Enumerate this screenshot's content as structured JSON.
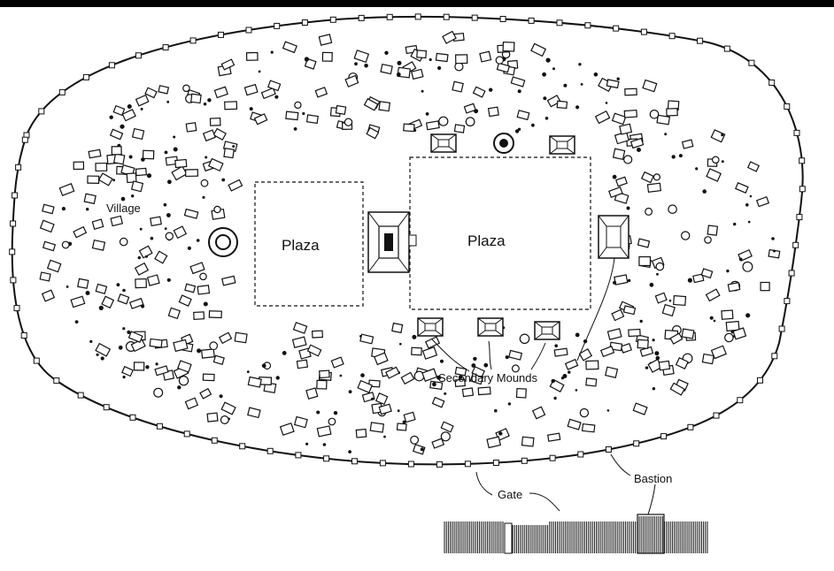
{
  "labels": {
    "village": "Village",
    "plaza_left": "Plaza",
    "plaza_right": "Plaza",
    "secondary_mounds": "Secondary Mounds",
    "gate": "Gate",
    "bastion": "Bastion"
  },
  "colors": {
    "ink": "#111111",
    "paper": "#ffffff",
    "frame": "#000000"
  }
}
